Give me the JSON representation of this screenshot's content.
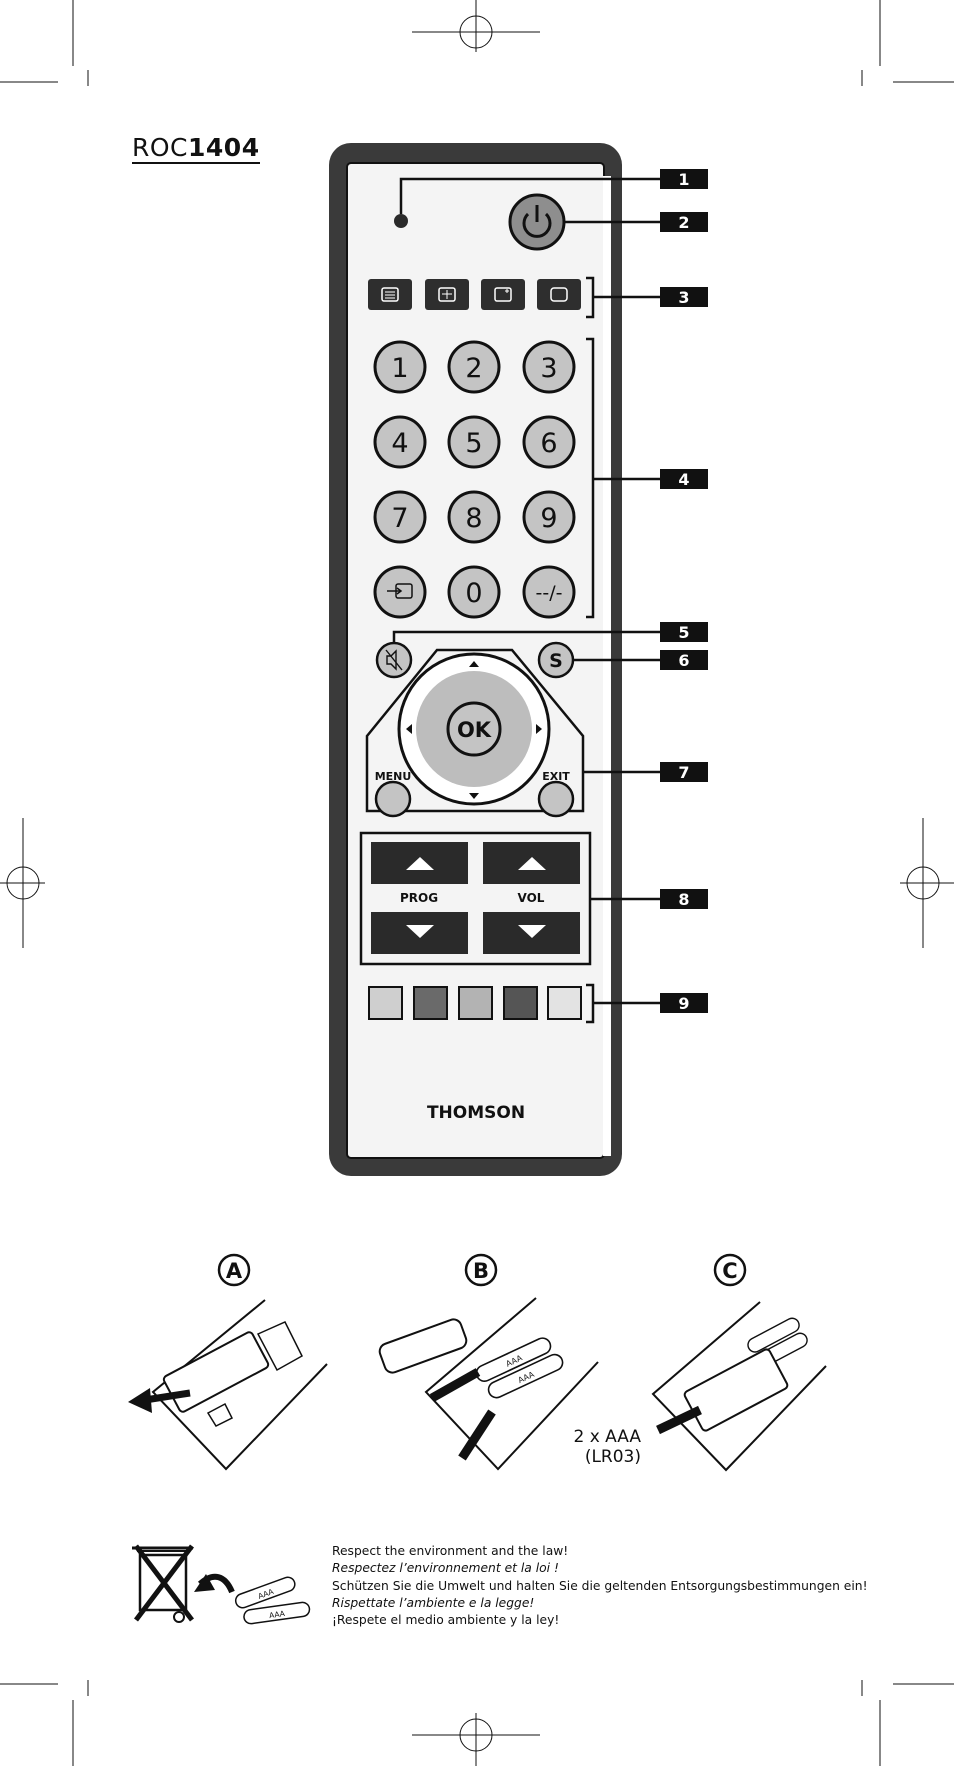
{
  "model": {
    "prefix": "ROC",
    "number": "1404"
  },
  "brand": "THOMSON",
  "callouts": [
    "1",
    "2",
    "3",
    "4",
    "5",
    "6",
    "7",
    "8",
    "9"
  ],
  "digit_buttons": [
    "1",
    "2",
    "3",
    "4",
    "5",
    "6",
    "7",
    "8",
    "9",
    "0",
    "--/-"
  ],
  "nav": {
    "ok": "OK",
    "menu": "MENU",
    "exit": "EXIT"
  },
  "rockers": {
    "prog": "PROG",
    "vol": "VOL"
  },
  "function_keys": [
    "teletext-icon",
    "teletext-mix-icon",
    "screen-plus-icon",
    "screen-icon"
  ],
  "color_keys": [
    "#cfcfcf",
    "#6a6a6a",
    "#b3b3b3",
    "#555555",
    "#e3e3e3"
  ],
  "steps": [
    "A",
    "B",
    "C"
  ],
  "battery": {
    "count_label": "2 x AAA",
    "type_label": "(LR03)",
    "cell_label": "AAA"
  },
  "environment": [
    "Respect the environment and the law!",
    "Respectez l’environnement et la loi !",
    "Schützen Sie die Umwelt und halten Sie die geltenden Entsorgungsbestimmungen ein!",
    "Rispettate l’ambiente e la legge!",
    "¡Respete el medio ambiente y la ley!"
  ],
  "colors": {
    "ink": "#111111",
    "body": "#3a3a3a",
    "face": "#f4f4f4",
    "key": "#c4c4c4",
    "dpad": "#bdbdbd"
  }
}
